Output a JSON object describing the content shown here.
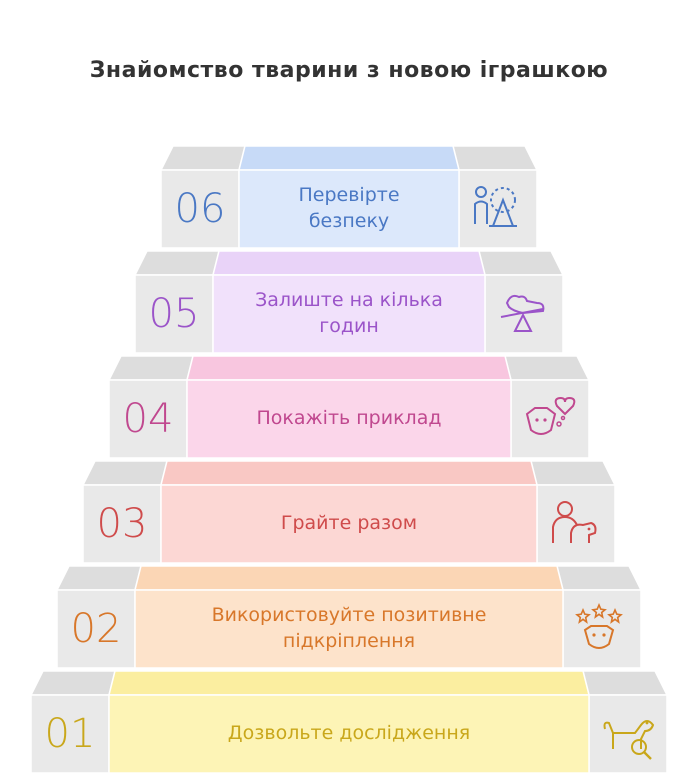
{
  "title": "Знайомство тварини з новою іграшкою",
  "steps": [
    {
      "number": "06",
      "label": "Перевірте\nбезпеку",
      "icon": "playground-safety-icon",
      "text_color": "#4a78c4",
      "fill": "#dce8fb",
      "top_fill": "#c7daf7"
    },
    {
      "number": "05",
      "label": "Залиште на кілька\nгодин",
      "icon": "dog-seesaw-icon",
      "text_color": "#9b54c9",
      "fill": "#f1e1fb",
      "top_fill": "#e9d3f8"
    },
    {
      "number": "04",
      "label": "Покажіть приклад",
      "icon": "dog-heart-icon",
      "text_color": "#c0488f",
      "fill": "#fbd6ea",
      "top_fill": "#f8c6df"
    },
    {
      "number": "03",
      "label": "Грайте разом",
      "icon": "person-dog-icon",
      "text_color": "#cf4b4b",
      "fill": "#fcd7d4",
      "top_fill": "#f9c8c4"
    },
    {
      "number": "02",
      "label": "Використовуйте позитивне\nпідкріплення",
      "icon": "dog-stars-icon",
      "text_color": "#d8772a",
      "fill": "#fde3cb",
      "top_fill": "#fbd6b5"
    },
    {
      "number": "01",
      "label": "Дозвольте дослідження",
      "icon": "dog-search-icon",
      "text_color": "#c9a71b",
      "fill": "#fdf4b6",
      "top_fill": "#fbeea0"
    }
  ]
}
